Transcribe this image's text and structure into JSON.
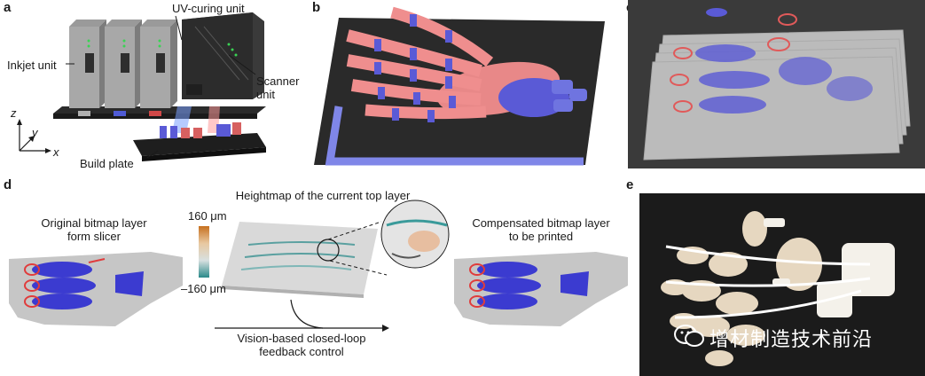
{
  "panels": {
    "a": {
      "letter": "a",
      "labels": {
        "uv_curing": "UV-curing unit",
        "inkjet": "Inkjet unit",
        "scanner": "Scanner unit",
        "build_plate": "Build plate",
        "axis_z": "z",
        "axis_y": "y",
        "axis_x": "x"
      }
    },
    "b": {
      "letter": "b"
    },
    "c": {
      "letter": "c"
    },
    "d": {
      "letter": "d",
      "heightmap_title": "Heightmap of the current top layer",
      "original_label": "Original bitmap layer\nform slicer",
      "compensated_label": "Compensated bitmap layer\nto be printed",
      "scale_top": "160 μm",
      "scale_bottom": "–160 μm",
      "feedback_label": "Vision-based closed-loop\nfeedback control"
    },
    "e": {
      "letter": "e",
      "watermark": "增材制造技术前沿"
    }
  },
  "colors": {
    "flexible_material": "#f08a8a",
    "rigid_material": "#5a5ad6",
    "support": "#c8c8c8",
    "heightmap_high": "#c7701f",
    "heightmap_low": "#2a8a8a"
  }
}
